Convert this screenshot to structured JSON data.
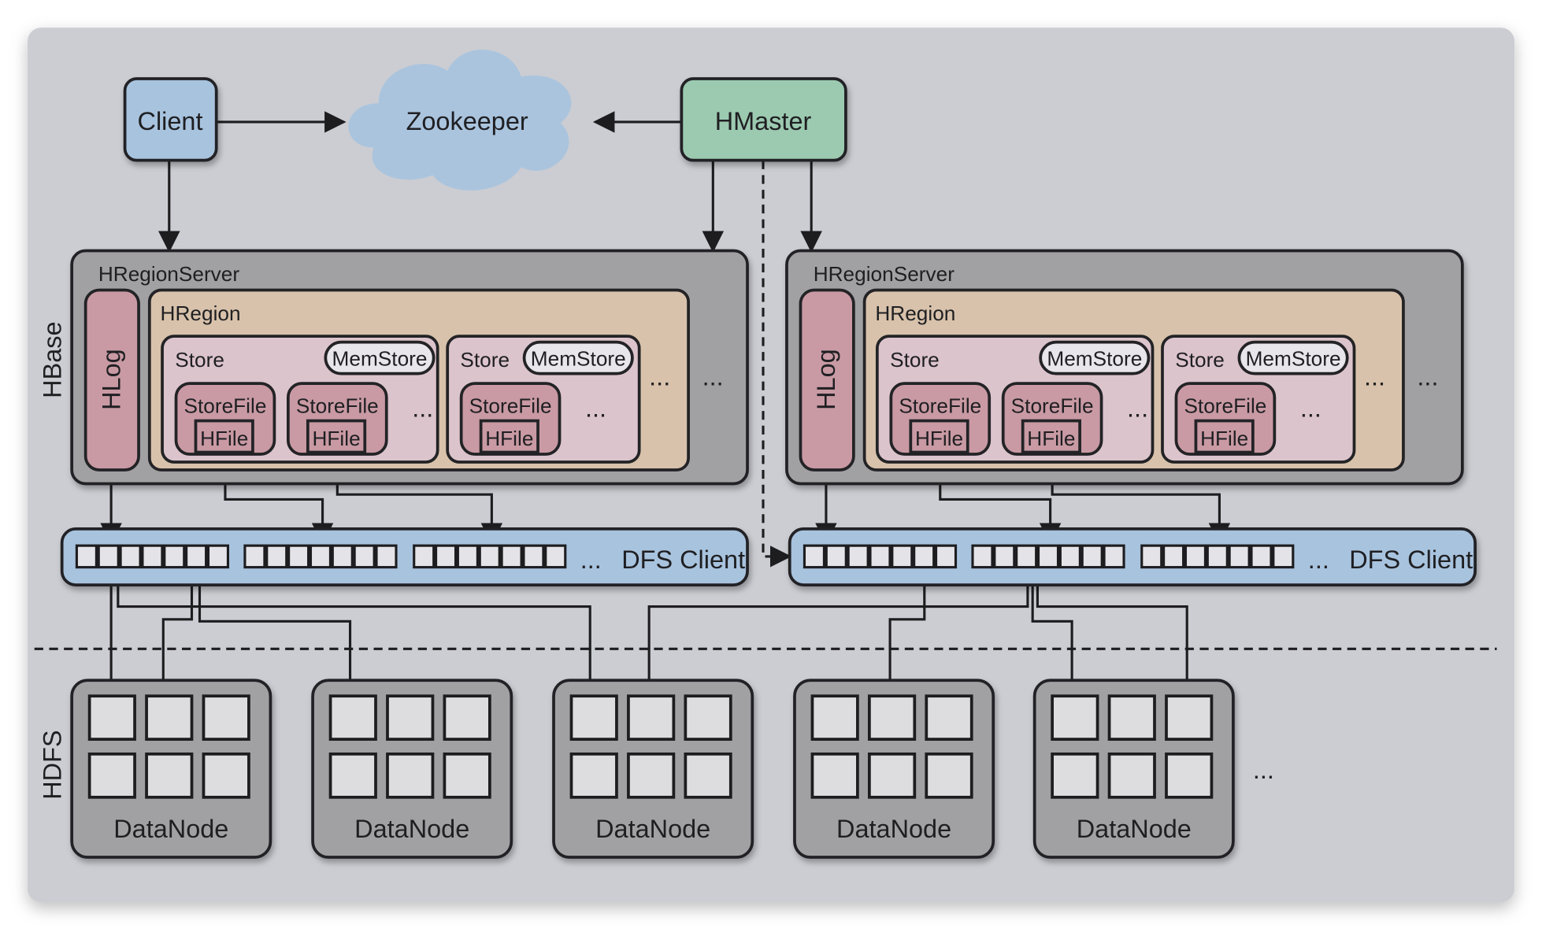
{
  "top": {
    "client": "Client",
    "zookeeper": "Zookeeper",
    "hmaster": "HMaster"
  },
  "side_labels": {
    "hbase": "HBase",
    "hdfs": "HDFS"
  },
  "region_servers": [
    {
      "title": "HRegionServer",
      "hlog": "HLog",
      "hregion": "HRegion",
      "stores": [
        {
          "label": "Store",
          "memstore": "MemStore",
          "storefiles": [
            "StoreFile",
            "StoreFile"
          ],
          "hfile": "HFile",
          "more": "..."
        },
        {
          "label": "Store",
          "memstore": "MemStore",
          "storefiles": [
            "StoreFile"
          ],
          "hfile": "HFile",
          "more": "..."
        }
      ],
      "more_stores": "...",
      "more_regions": "...",
      "dfs_client": "DFS Client",
      "dfs_more": "..."
    },
    {
      "title": "HRegionServer",
      "hlog": "HLog",
      "hregion": "HRegion",
      "stores": [
        {
          "label": "Store",
          "memstore": "MemStore",
          "storefiles": [
            "StoreFile",
            "StoreFile"
          ],
          "hfile": "HFile",
          "more": "..."
        },
        {
          "label": "Store",
          "memstore": "MemStore",
          "storefiles": [
            "StoreFile"
          ],
          "hfile": "HFile",
          "more": "..."
        }
      ],
      "more_stores": "...",
      "more_regions": "...",
      "dfs_client": "DFS Client",
      "dfs_more": "..."
    }
  ],
  "datanodes": [
    "DataNode",
    "DataNode",
    "DataNode",
    "DataNode",
    "DataNode"
  ],
  "datanodes_more": "...",
  "colors": {
    "panel": "#cbcdd2",
    "client": "#a8c3de",
    "zookeeper": "#a8c3de",
    "hmaster": "#9ccab1",
    "server": "#a1a1a4",
    "hlog": "#c99aa4",
    "hregion": "#d8c2ab",
    "store": "#dcc4cc",
    "storefile": "#c99aa4",
    "memstore": "#e8e6ea",
    "dfs": "#a8c3de",
    "datanode": "#a1a1a4",
    "cell": "#dddde0"
  }
}
